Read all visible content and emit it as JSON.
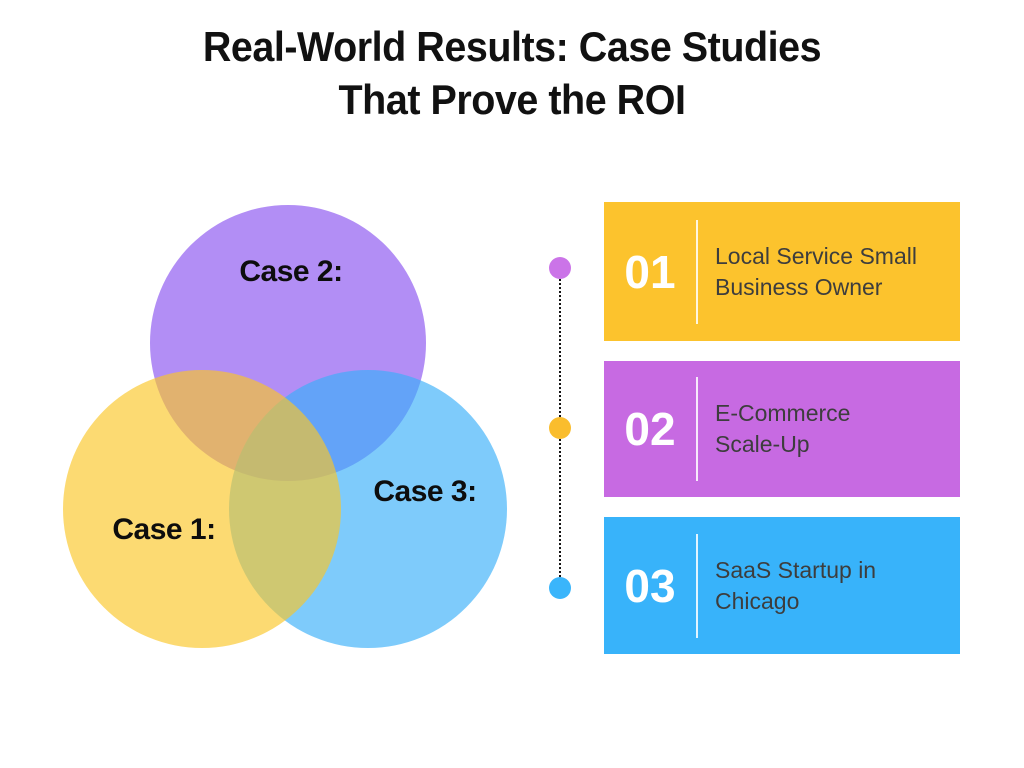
{
  "title": {
    "line1": "Real-World Results: Case Studies",
    "line2": "That Prove the ROI"
  },
  "venn": {
    "circles": [
      {
        "id": "case-1",
        "label": "Case 1:",
        "color": "#FBC626A6"
      },
      {
        "id": "case-2",
        "label": "Case 2:",
        "color": "#B28EF5"
      },
      {
        "id": "case-3",
        "label": "Case 3:",
        "color": "#39AFF9A6"
      }
    ]
  },
  "timeline": {
    "line_color": "#151515",
    "dots": [
      {
        "color": "#CB74E8"
      },
      {
        "color": "#FABD2D"
      },
      {
        "color": "#3AB5FB"
      }
    ]
  },
  "cards": [
    {
      "number": "01",
      "lines": [
        "Local Service Small",
        "Business Owner"
      ],
      "color": "#FCC32D",
      "number_color": "#FFFFFF",
      "text_color": "#3D3D3D"
    },
    {
      "number": "02",
      "lines": [
        "E-Commerce",
        "Scale-Up"
      ],
      "color": "#C76AE2",
      "number_color": "#FFFFFF",
      "text_color": "#3D3D3D"
    },
    {
      "number": "03",
      "lines": [
        "SaaS Startup in",
        "Chicago"
      ],
      "color": "#38B3FA",
      "number_color": "#FFFFFF",
      "text_color": "#3D3D3D"
    }
  ]
}
